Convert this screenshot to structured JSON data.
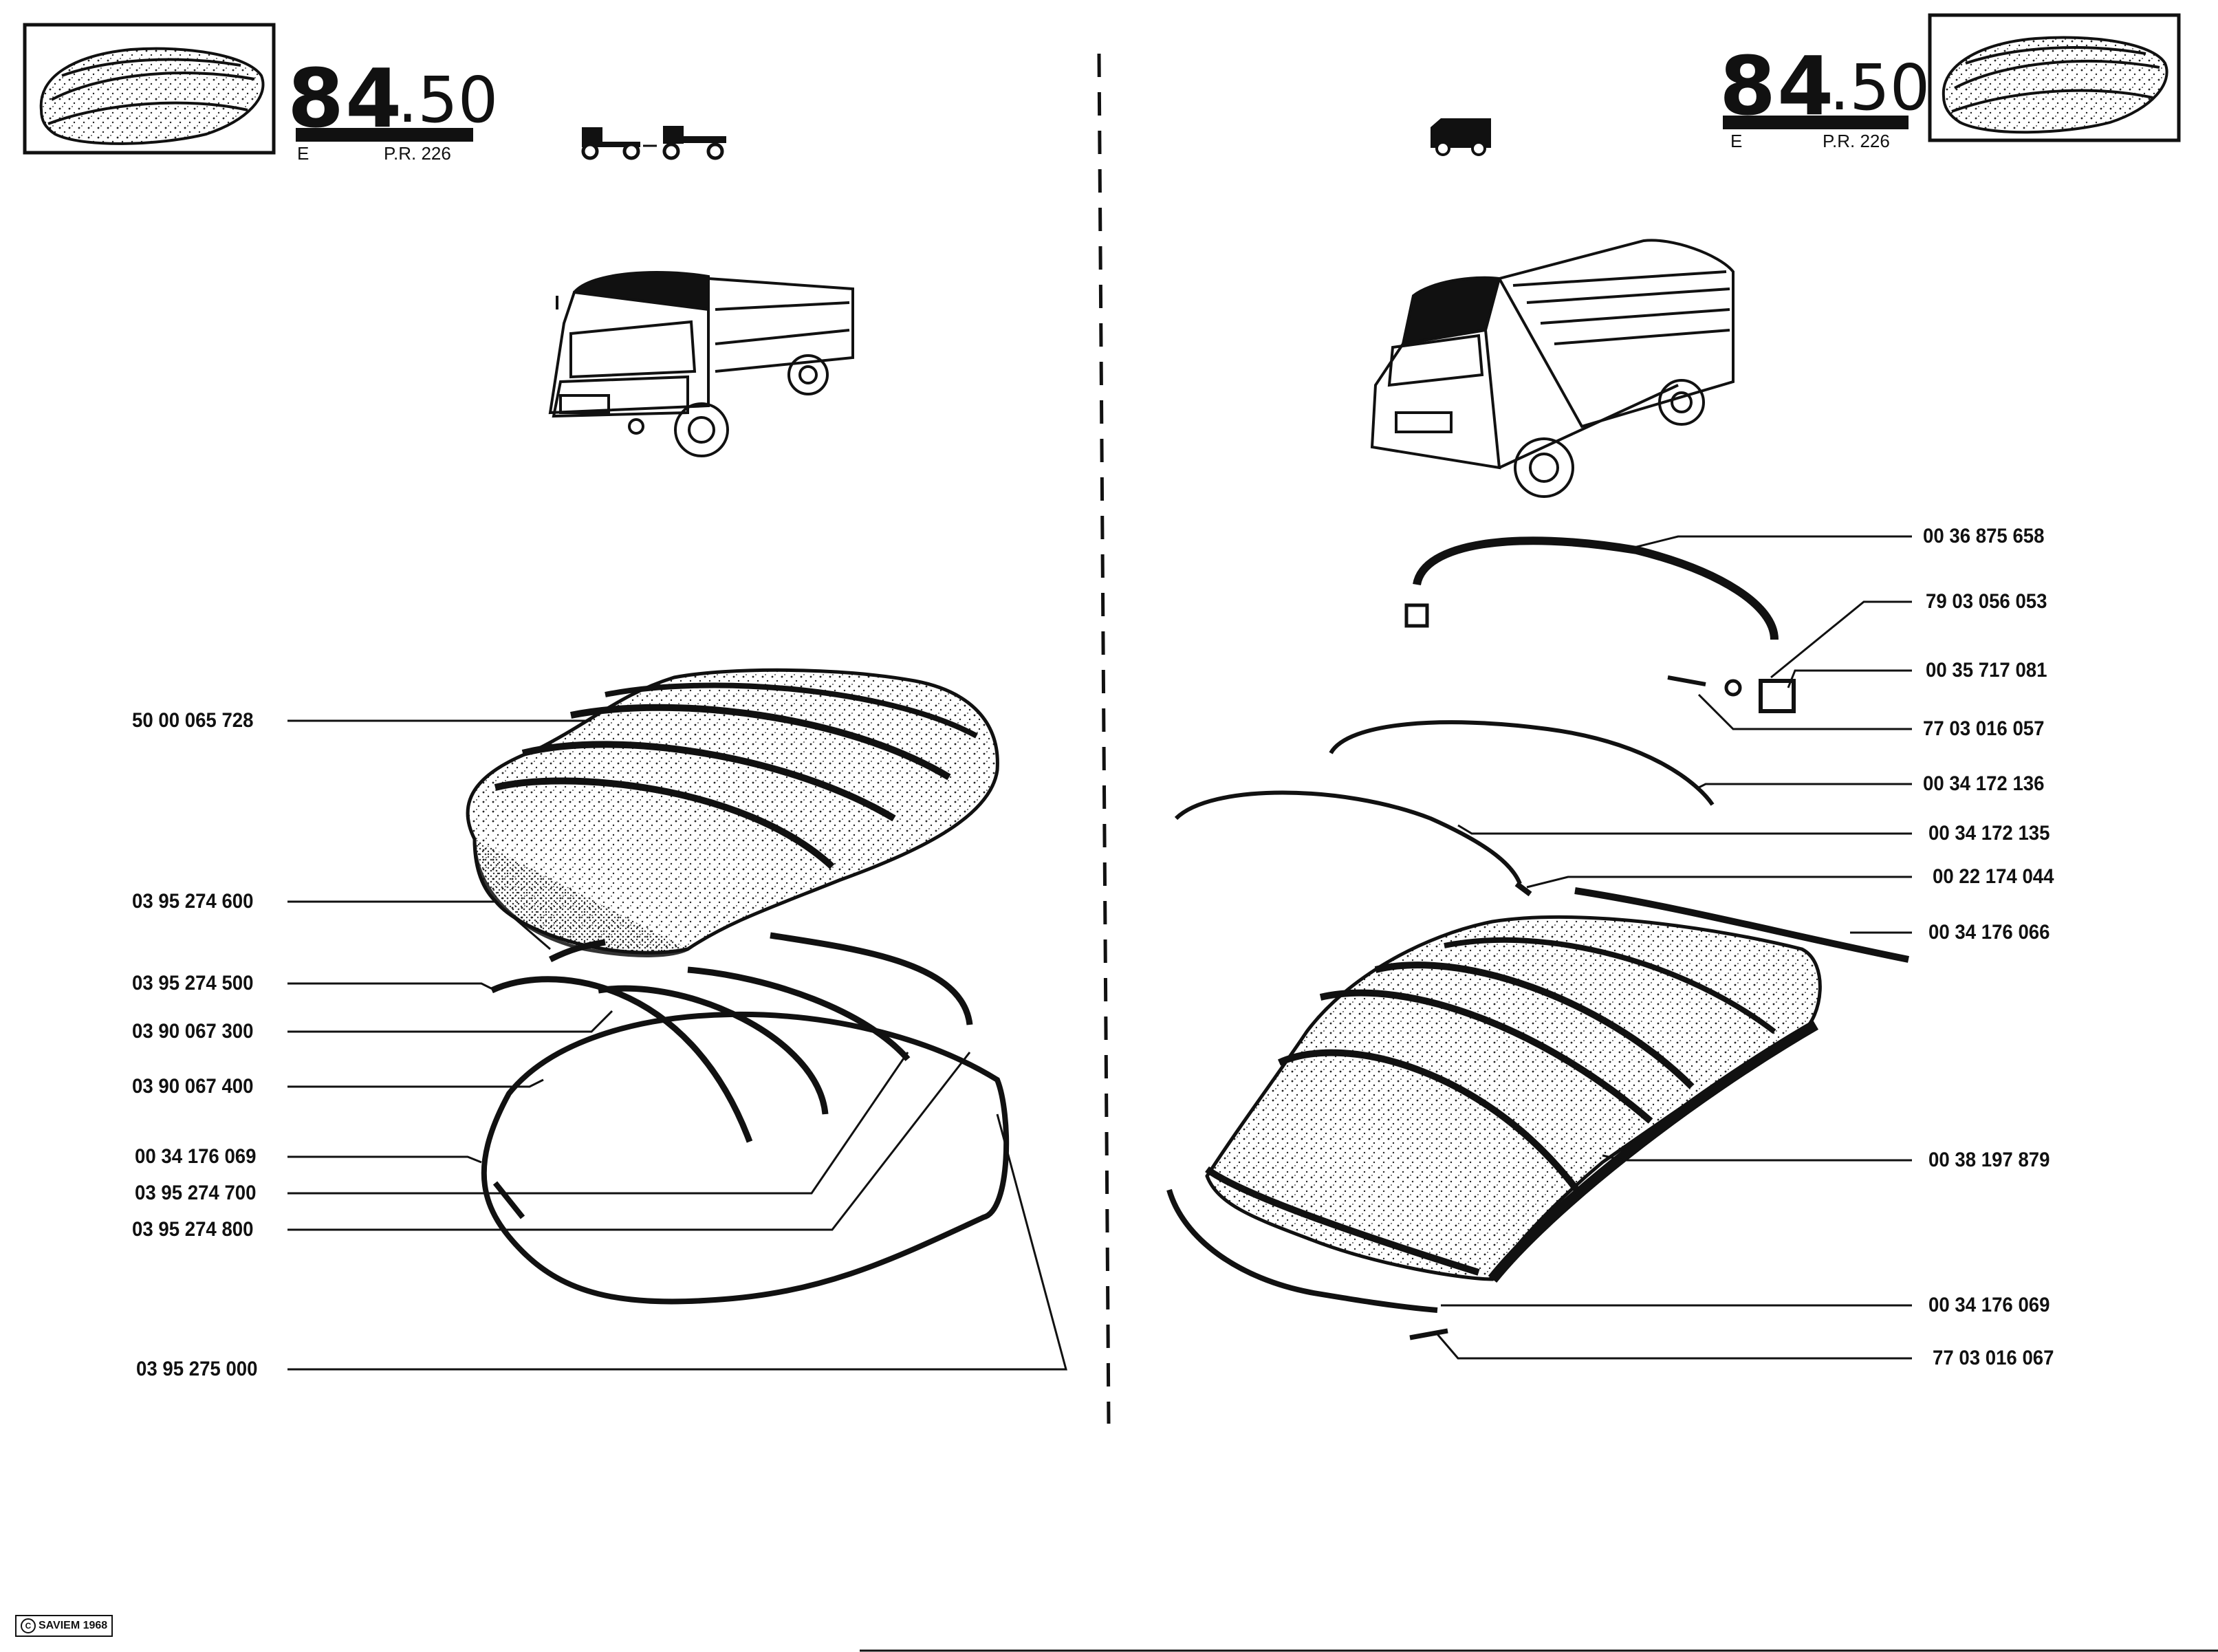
{
  "header_left": {
    "code_main": "84",
    "code_sub": ".50",
    "letter": "E",
    "ref": "P.R. 226"
  },
  "header_right": {
    "code_main": "84",
    "code_sub": ".50",
    "letter": "E",
    "ref": "P.R. 226"
  },
  "left_labels": [
    "50 00 065 728",
    "03 95 274 600",
    "03 95 274 500",
    "03 90 067 300",
    "03 90 067 400",
    "00 34 176 069",
    "03 95 274 700",
    "03 95 274 800",
    "03 95 275 000"
  ],
  "right_labels": [
    "00 36 875 658",
    "79 03 056 053",
    "00 35 717 081",
    "77 03 016 057",
    "00 34 172 136",
    "00 34 172 135",
    "00 22 174 044",
    "00 34 176 066",
    "00 38 197 879",
    "00 34 176 069",
    "77 03 016 067"
  ],
  "copyright": "SAVIEM 1968",
  "icons": [
    "roof-thumbnail-icon",
    "truck-chassis-icon",
    "van-icon"
  ]
}
